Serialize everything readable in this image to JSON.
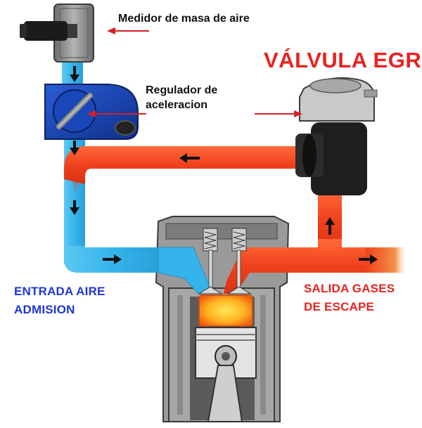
{
  "labels": {
    "maf_sensor": "Medidor de masa de aire",
    "throttle_line1": "Regulador de",
    "throttle_line2": "aceleracion",
    "egr_valve": "VÁLVULA EGR",
    "intake_line1": "ENTRADA AIRE",
    "intake_line2": "ADMISION",
    "exhaust_line1": "SALIDA GASES",
    "exhaust_line2": "DE ESCAPE"
  },
  "colors": {
    "intake_air": "#35b4ec",
    "exhaust_gas": "#f0411c",
    "pointer_arrows": "#d81f26",
    "egr_title": "#e8231f",
    "intake_label": "#1f36d6",
    "exhaust_label": "#f0411c"
  },
  "icons": [
    "maf-sensor-icon",
    "throttle-body-icon",
    "egr-valve-icon",
    "engine-cylinder-icon",
    "piston-icon"
  ]
}
